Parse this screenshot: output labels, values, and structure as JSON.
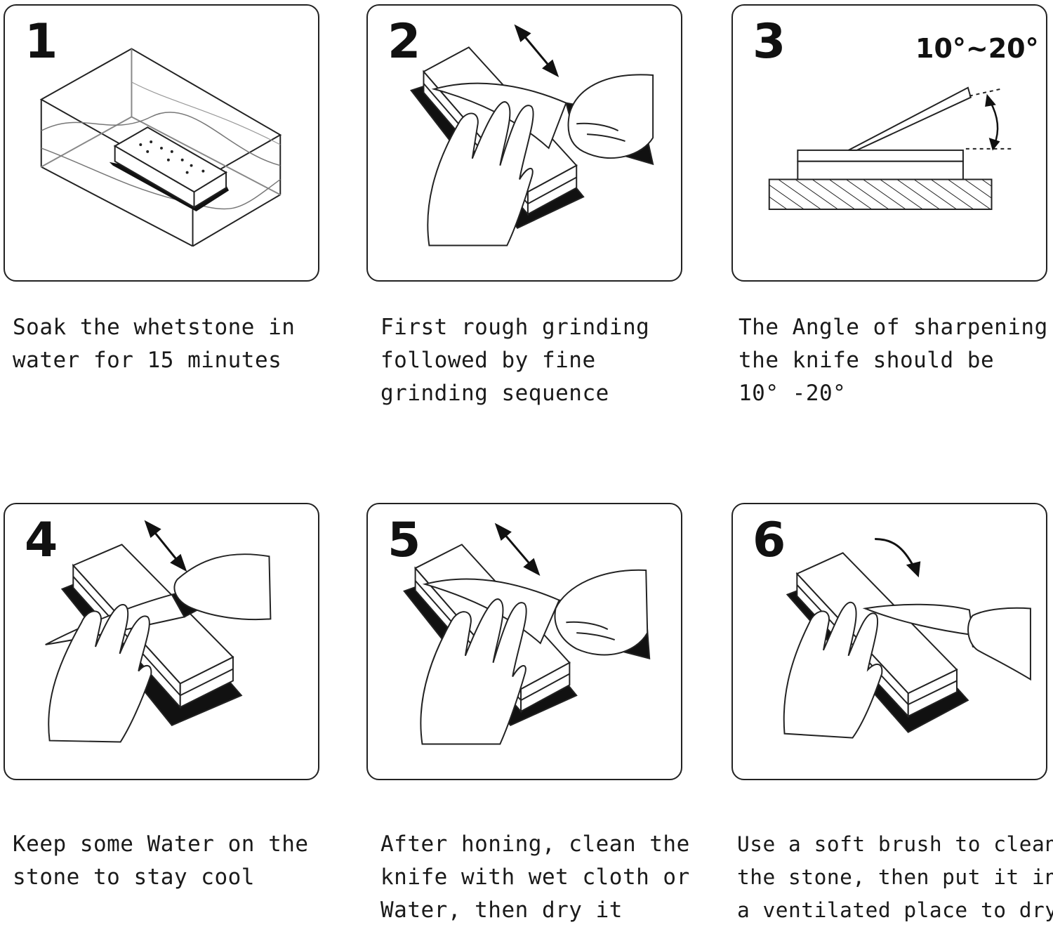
{
  "steps": [
    {
      "number": "1",
      "caption_lines": [
        "Soak the whetstone in",
        "water for 15 minutes"
      ]
    },
    {
      "number": "2",
      "caption_lines": [
        "First rough grinding",
        "followed by fine",
        "grinding sequence"
      ]
    },
    {
      "number": "3",
      "angle_label": "10°~20°",
      "caption_lines": [
        "The Angle of sharpening",
        "the knife should be",
        "10° -20°"
      ]
    },
    {
      "number": "4",
      "caption_lines": [
        "Keep some Water on the",
        "stone to stay cool"
      ]
    },
    {
      "number": "5",
      "caption_lines": [
        "After honing, clean the",
        "knife with wet cloth or",
        "Water, then dry it"
      ]
    },
    {
      "number": "6",
      "caption_lines": [
        "Use a soft brush to clean",
        "the stone, then put it in",
        "a ventilated place to dry"
      ]
    }
  ],
  "icons": [
    "water-tank-icon",
    "whetstone-icon",
    "knife-icon",
    "hand-icon",
    "double-arrow-icon",
    "angle-arrow-icon",
    "brush-arrow-icon"
  ]
}
